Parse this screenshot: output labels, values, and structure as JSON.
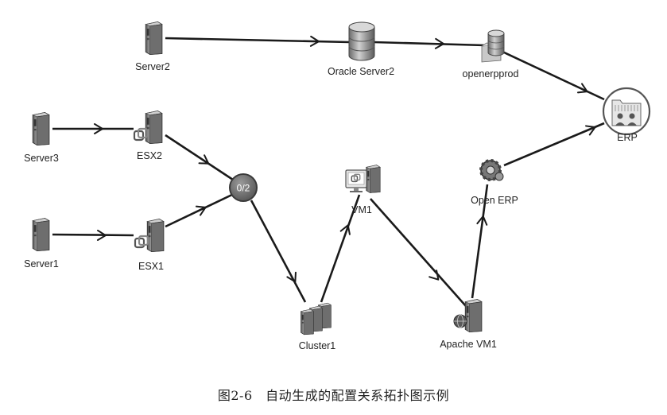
{
  "nodes": {
    "server2": {
      "label": "Server2"
    },
    "server3": {
      "label": "Server3"
    },
    "server1": {
      "label": "Server1"
    },
    "esx2": {
      "label": "ESX2"
    },
    "esx1": {
      "label": "ESX1"
    },
    "counter": {
      "label": "0/2"
    },
    "cluster1": {
      "label": "Cluster1"
    },
    "vm1": {
      "label": "VM1"
    },
    "oracle_server2": {
      "label": "Oracle Server2"
    },
    "openerpprod": {
      "label": "openerpprod"
    },
    "apache_vm1": {
      "label": "Apache VM1"
    },
    "open_erp": {
      "label": "Open ERP"
    },
    "erp": {
      "label": "ERP"
    }
  },
  "caption": "图2-6　自动生成的配置关系拓扑图示例",
  "colors": {
    "edge": "#1a1a1a",
    "counter_fill": "#777777",
    "server_gray": "#888888"
  }
}
